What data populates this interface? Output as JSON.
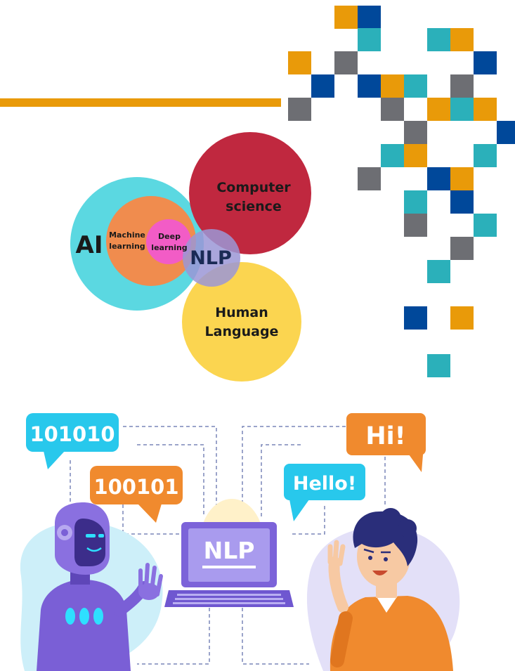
{
  "colors": {
    "orange": "#E99A09",
    "navy": "#00489A",
    "teal": "#2BB0BA",
    "gray": "#6D6E73",
    "ai": "#5BD8E1",
    "ml": "#F08C4E",
    "dl": "#F25CC6",
    "nlp": "#9B96D6",
    "cs": "#C0283F",
    "hl": "#FBD550"
  },
  "venn": {
    "ai": "AI",
    "ml_line1": "Machine",
    "ml_line2": "learning",
    "dl_line1": "Deep",
    "dl_line2": "learning",
    "nlp": "NLP",
    "cs_line1": "Computer",
    "cs_line2": "science",
    "hl_line1": "Human",
    "hl_line2": "Language"
  },
  "illustration": {
    "bubble_binary_1": "101010",
    "bubble_binary_2": "100101",
    "bubble_hi": "Hi!",
    "bubble_hello": "Hello!",
    "laptop_screen": "NLP"
  }
}
